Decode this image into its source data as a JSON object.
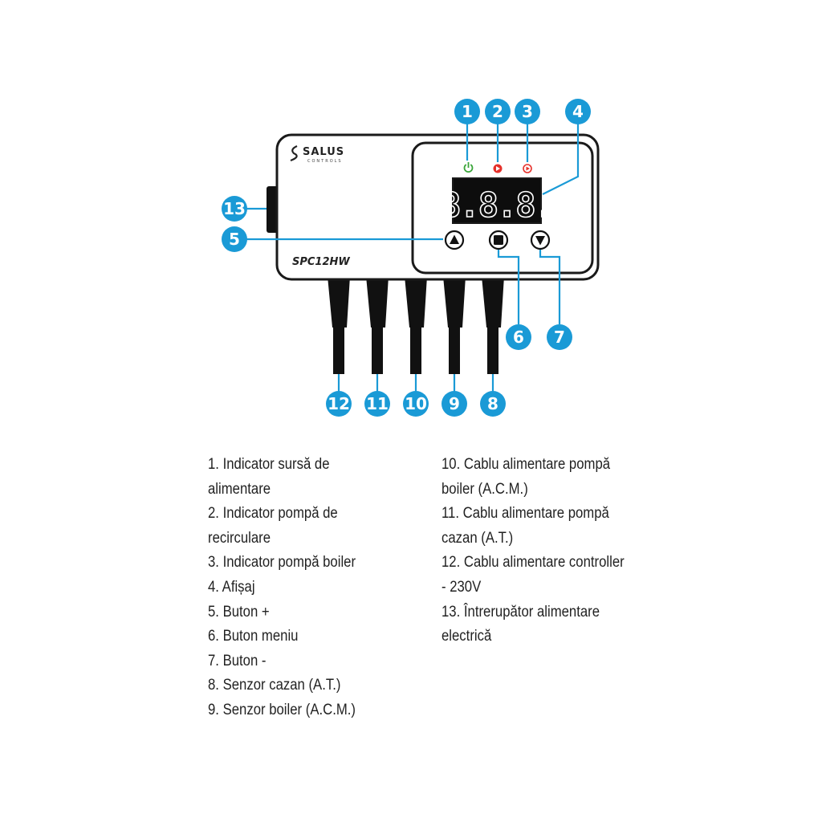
{
  "device": {
    "brand": "SALUS",
    "brand_sub": "CONTROLS",
    "model": "SPC12HW",
    "display_value": "8.8.8."
  },
  "callouts": [
    "1",
    "2",
    "3",
    "4",
    "5",
    "6",
    "7",
    "8",
    "9",
    "10",
    "11",
    "12",
    "13"
  ],
  "icons": {
    "power_indicator": "power-icon",
    "recirc_pump_indicator": "pump-indicator-icon",
    "boiler_pump_indicator": "pump-indicator-icon",
    "button_plus": "triangle-up-icon",
    "button_menu": "square-icon",
    "button_minus": "triangle-down-icon"
  },
  "colors": {
    "callout": "#1a9ad6",
    "power_led": "#3aa53a",
    "pump_led": "#e5302a",
    "device_outline": "#1a1a1a"
  },
  "legend": {
    "left": [
      "1. Indicator sursă de alimentare",
      "2. Indicator pompă de recirculare",
      "3. Indicator pompă boiler",
      "4. Afișaj",
      "5. Buton +",
      "6. Buton meniu",
      "7. Buton -",
      "8. Senzor cazan (A.T.)",
      "9. Senzor boiler (A.C.M.)"
    ],
    "right": [
      "10. Cablu alimentare pompă boiler (A.C.M.)",
      "11. Cablu alimentare pompă cazan (A.T.)",
      "12. Cablu alimentare controller - 230V",
      "13. Întrerupător alimentare electrică"
    ]
  }
}
